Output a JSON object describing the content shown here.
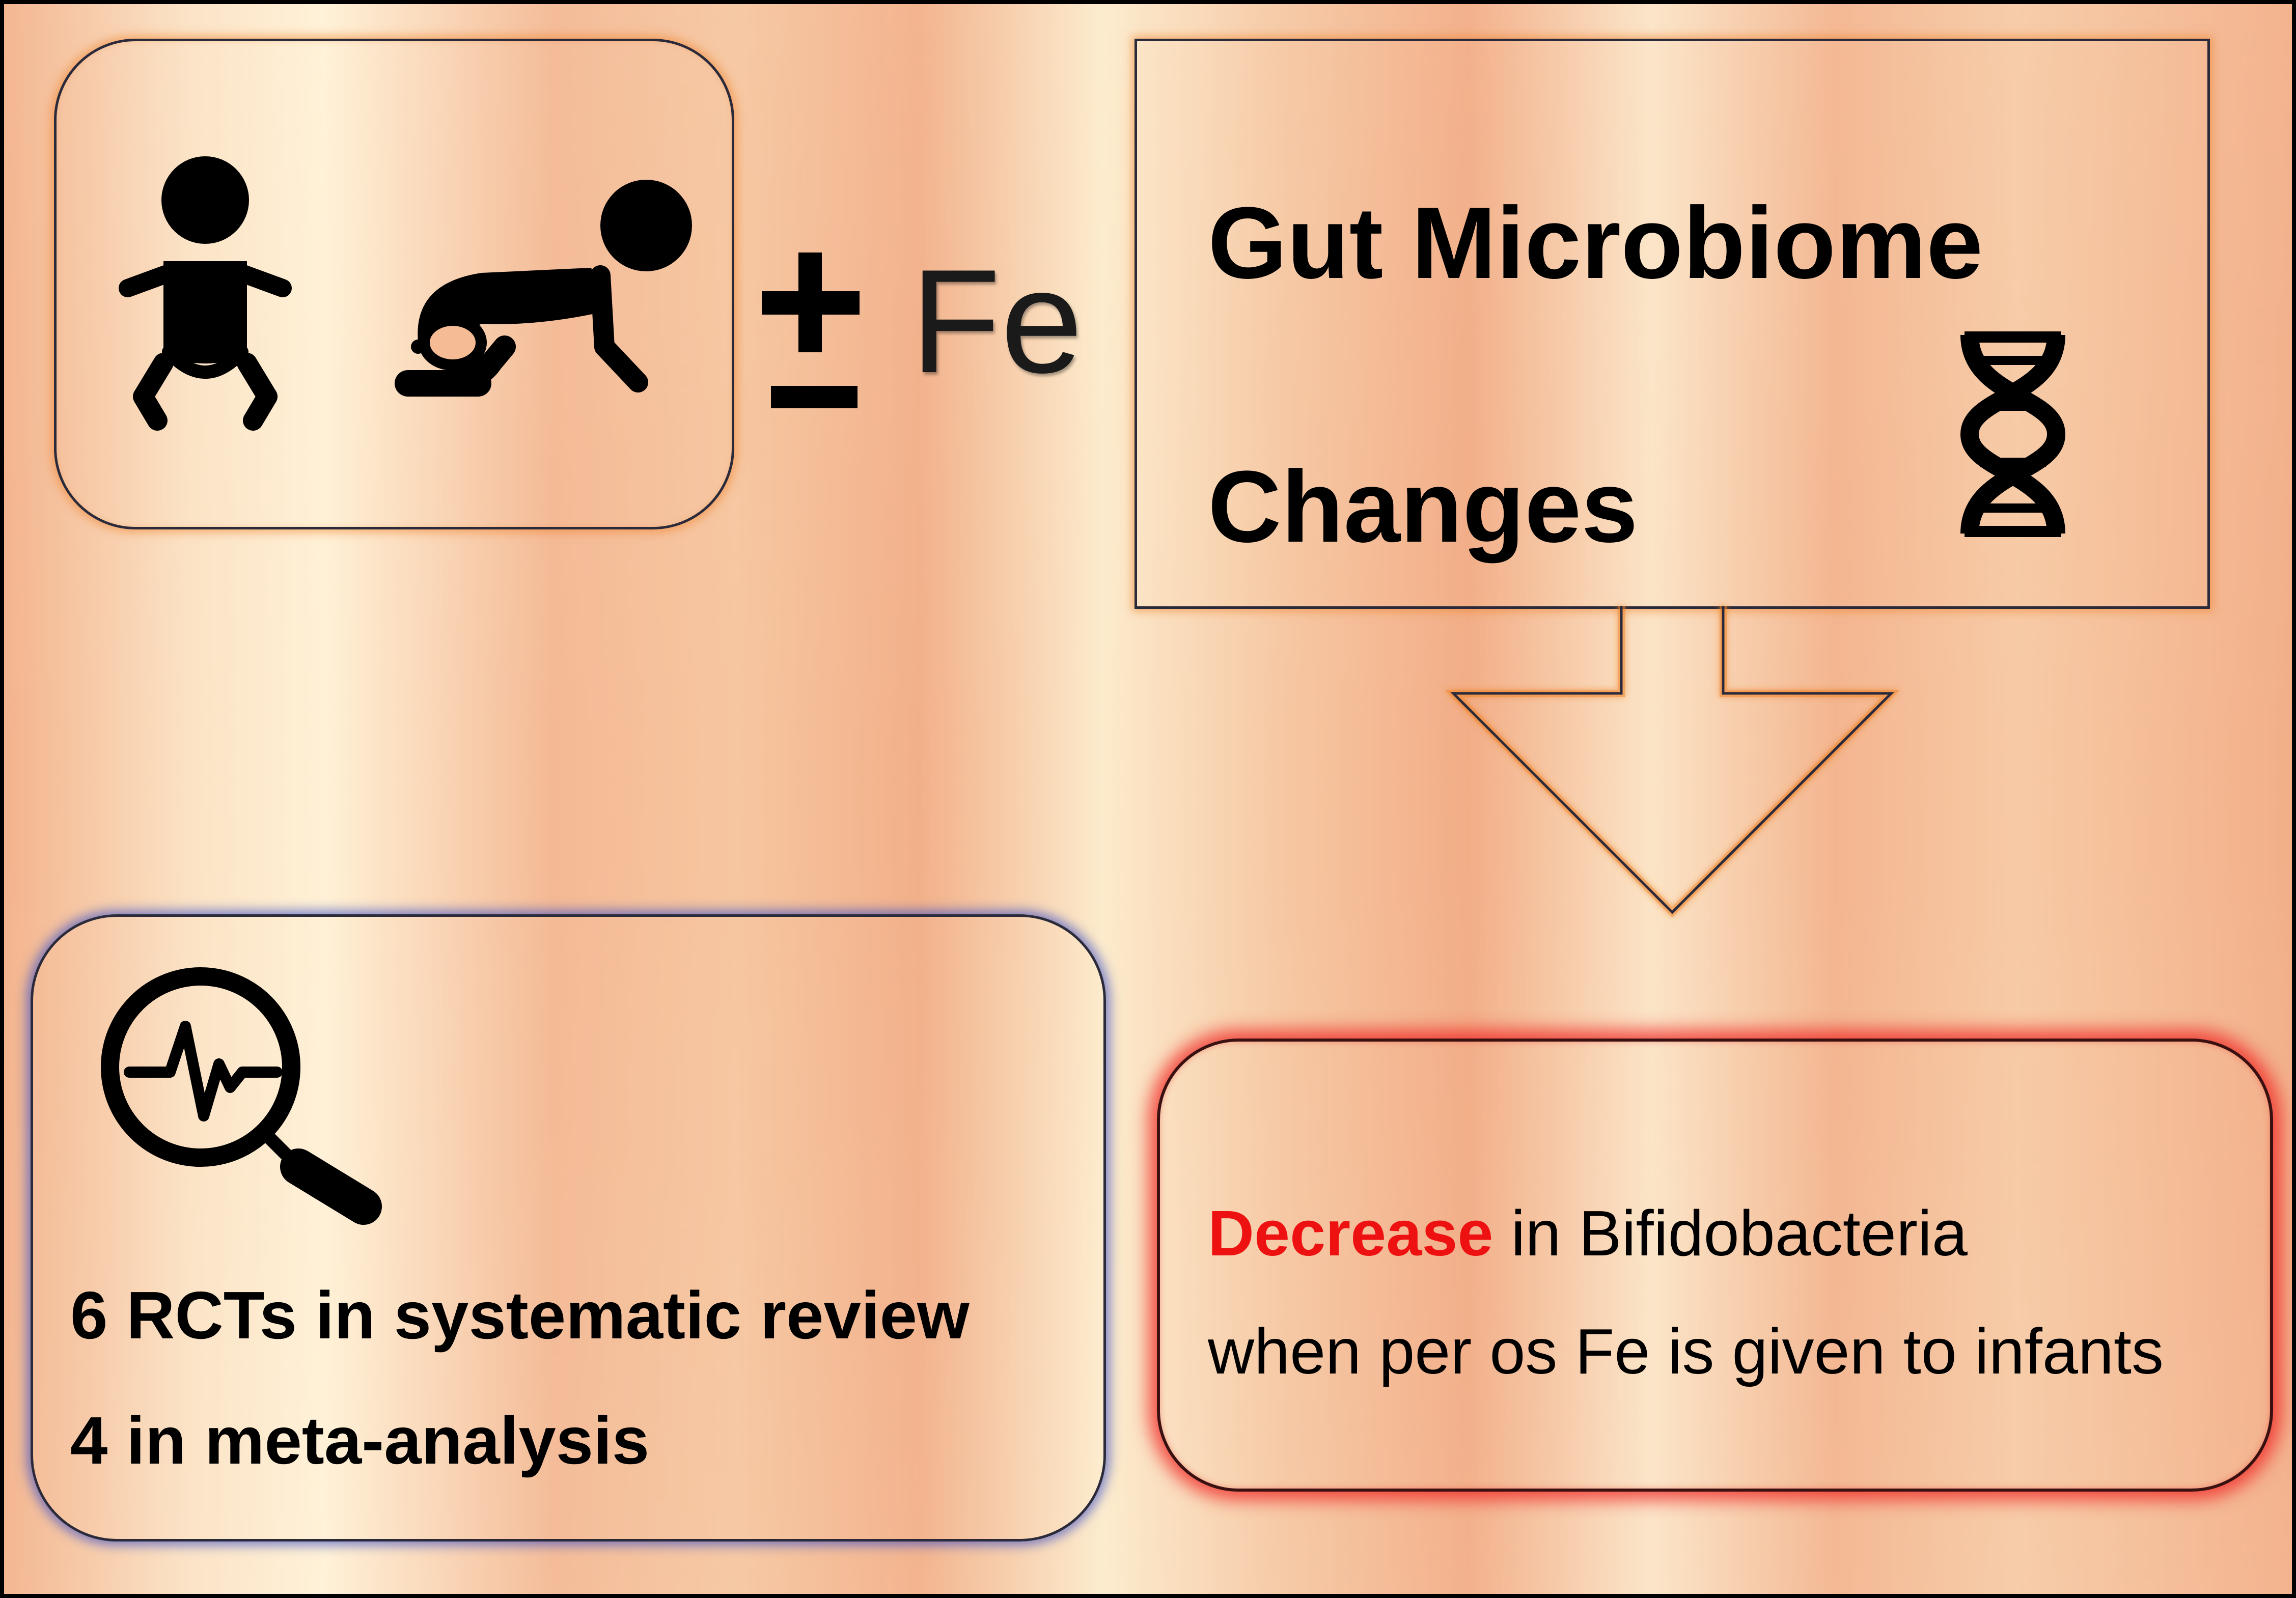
{
  "intervention": {
    "operator_symbol": "±",
    "fe_label": "Fe"
  },
  "microbiome": {
    "title_line1": "Gut Microbiome",
    "title_line2": "Changes"
  },
  "review": {
    "line1": "6 RCTs in systematic review",
    "line2": "4 in meta-analysis"
  },
  "result": {
    "highlight": "Decrease",
    "line1_rest": " in Bifidobacteria",
    "line2": "when per os Fe is given to infants"
  },
  "colors": {
    "highlight": "#ee1111",
    "infant_box_glow": "#f08228",
    "review_box_glow": "#3c50c8",
    "result_box_glow": "#f01e1e"
  },
  "icons": {
    "infant": "baby-icon",
    "crawling": "crawling-baby-icon",
    "dna": "dna-icon",
    "search": "magnifier-pulse-icon",
    "arrow": "down-arrow"
  }
}
